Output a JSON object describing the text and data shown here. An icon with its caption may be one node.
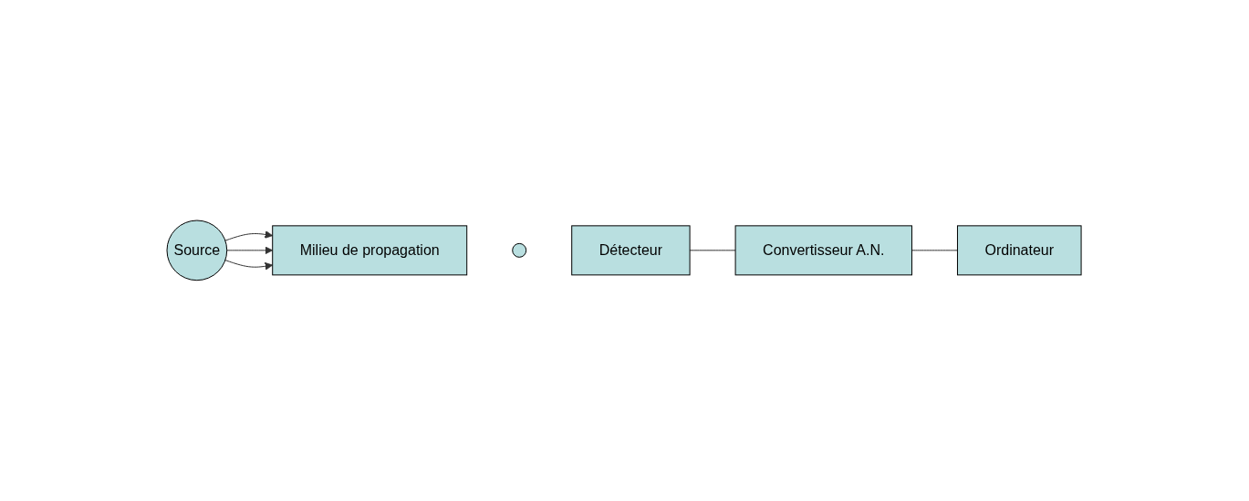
{
  "diagram": {
    "nodes": [
      {
        "text": [
          "Source"
        ]
      },
      {
        "text": [
          "Milieu de propagation"
        ]
      },
      {
        "text": [],
        "shape": "circle"
      },
      {
        "text": [
          "Détecteur"
        ]
      },
      {
        "text": [
          "Convertisseur A.N."
        ]
      },
      {
        "text": [
          "Ordinateur"
        ]
      }
    ],
    "edges": [
      {
        "from": 0,
        "to": 1,
        "arrow": "to"
      },
      {
        "from": 0,
        "to": 1,
        "arrow": "to"
      },
      {
        "from": 0,
        "to": 1,
        "arrow": "to"
      },
      {
        "from": 3,
        "to": 4,
        "arrow": "none"
      },
      {
        "from": 4,
        "to": 5,
        "arrow": "none"
      }
    ]
  }
}
